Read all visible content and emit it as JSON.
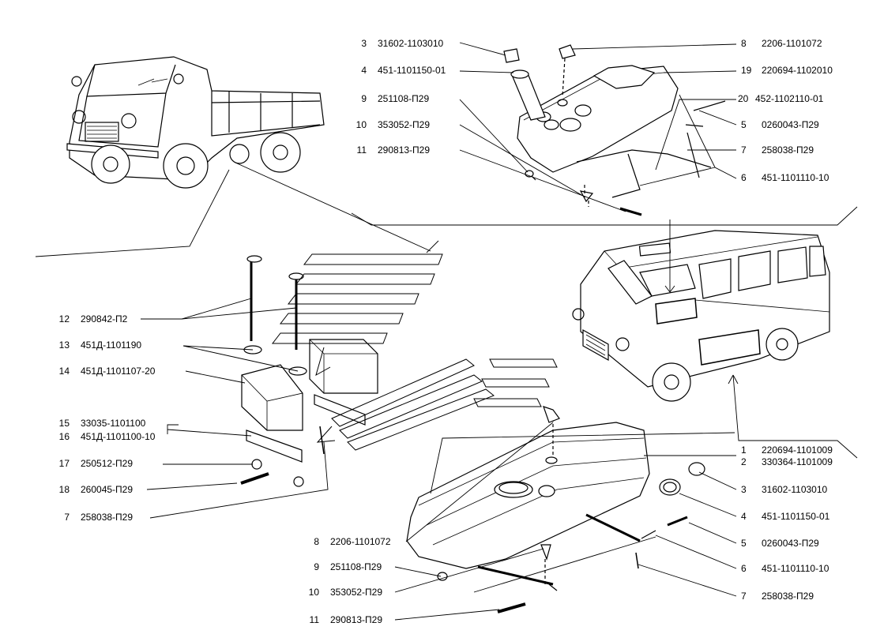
{
  "labels_top": [
    {
      "num": "3",
      "code": "31602-1103010"
    },
    {
      "num": "4",
      "code": "451-1101150-01"
    },
    {
      "num": "9",
      "code": "251108-П29"
    },
    {
      "num": "10",
      "code": "353052-П29"
    },
    {
      "num": "11",
      "code": "290813-П29"
    }
  ],
  "labels_top_right": [
    {
      "num": "8",
      "code": "2206-1101072"
    },
    {
      "num": "19",
      "code": "220694-1102010"
    },
    {
      "num": "20",
      "code": "452-1102110-01"
    },
    {
      "num": "5",
      "code": "0260043-П29"
    },
    {
      "num": "7",
      "code": "258038-П29"
    },
    {
      "num": "6",
      "code": "451-1101110-10"
    }
  ],
  "labels_left": [
    {
      "num": "12",
      "code": "290842-П2"
    },
    {
      "num": "13",
      "code": "451Д-1101190"
    },
    {
      "num": "14",
      "code": "451Д-1101107-20"
    },
    {
      "num": "15",
      "code": "33035-1101100"
    },
    {
      "num": "16",
      "code": "451Д-1101100-10"
    },
    {
      "num": "17",
      "code": "250512-П29"
    },
    {
      "num": "18",
      "code": "260045-П29"
    },
    {
      "num": "7",
      "code": "258038-П29"
    }
  ],
  "labels_bottom_left": [
    {
      "num": "8",
      "code": "2206-1101072"
    },
    {
      "num": "9",
      "code": "251108-П29"
    },
    {
      "num": "10",
      "code": "353052-П29"
    },
    {
      "num": "11",
      "code": "290813-П29"
    }
  ],
  "labels_bottom_right": [
    {
      "num": "1",
      "code": "220694-1101009"
    },
    {
      "num": "2",
      "code": "330364-1101009"
    },
    {
      "num": "3",
      "code": "31602-1103010"
    },
    {
      "num": "4",
      "code": "451-1101150-01"
    },
    {
      "num": "5",
      "code": "0260043-П29"
    },
    {
      "num": "6",
      "code": "451-1101110-10"
    },
    {
      "num": "7",
      "code": "258038-П29"
    }
  ]
}
